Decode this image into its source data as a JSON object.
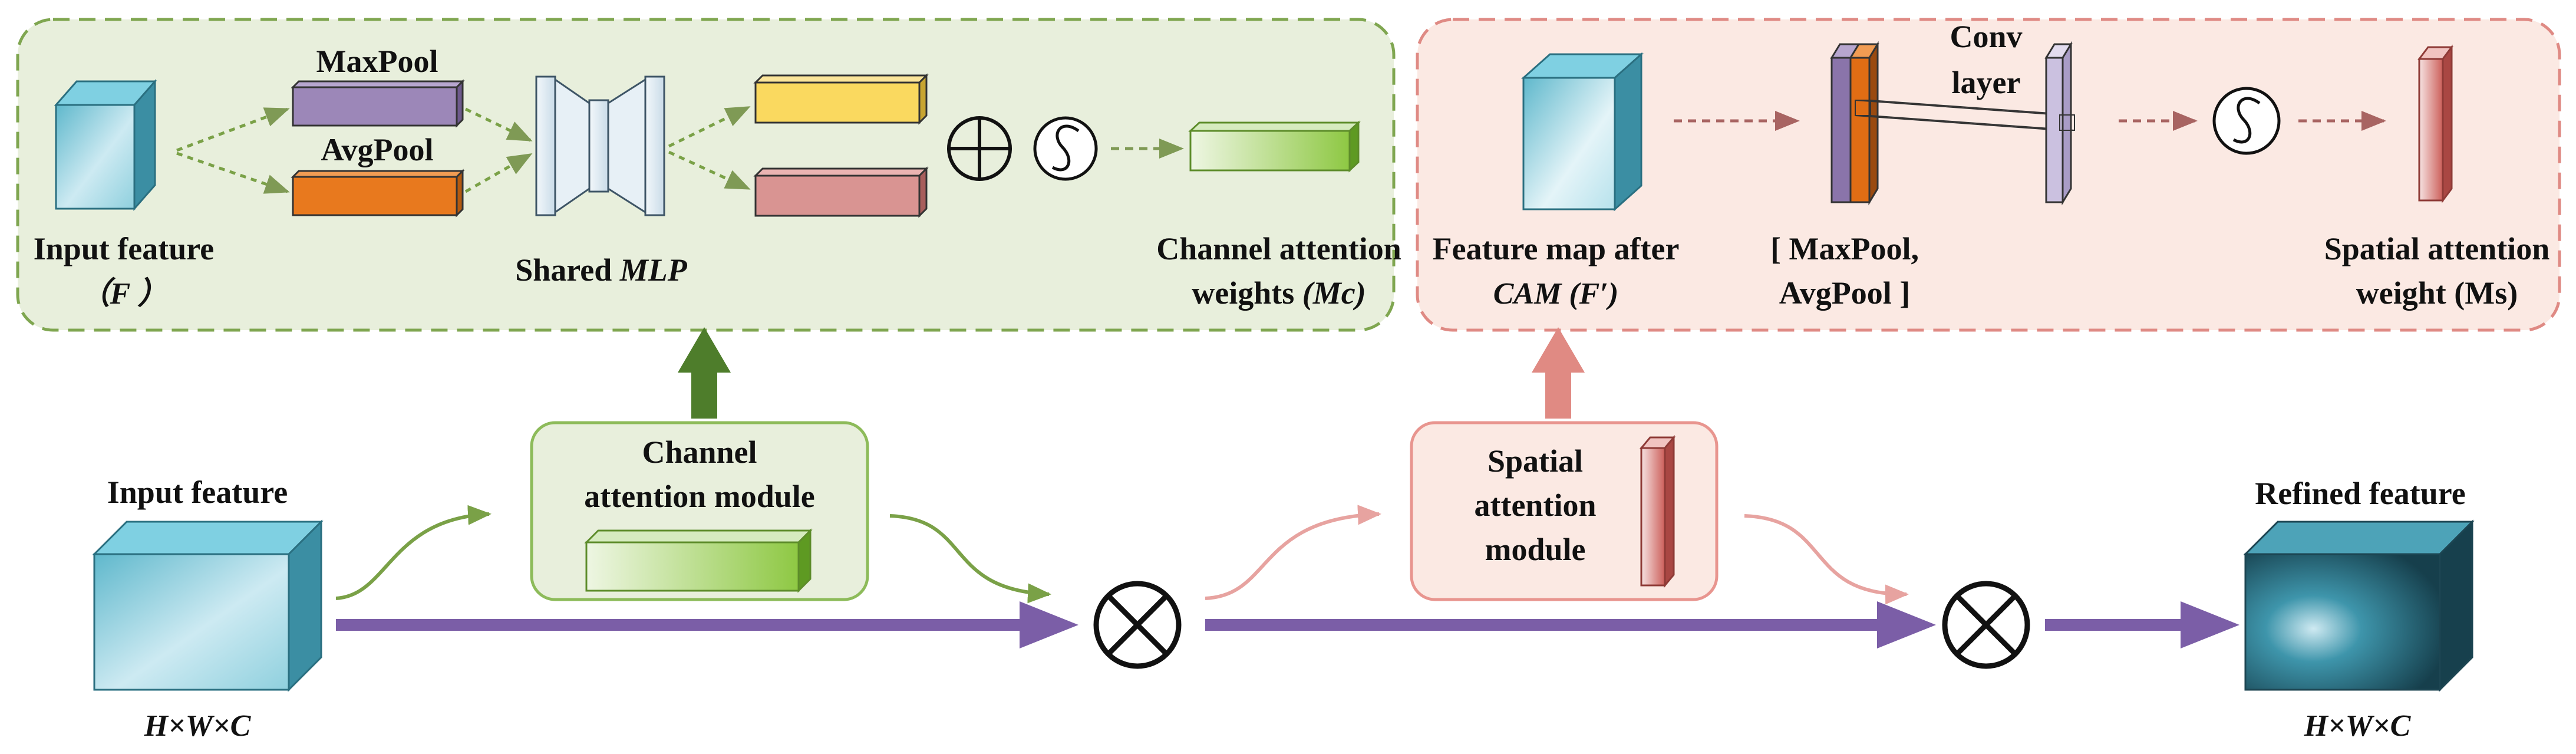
{
  "channel_panel": {
    "input_feature": "Input feature",
    "input_symbol": "（F ）",
    "maxpool": "MaxPool",
    "avgpool": "AvgPool",
    "mlp_prefix": "Shared ",
    "mlp_suffix": "MLP",
    "weights_line1": "Channel attention",
    "weights_line2_prefix": "weights ",
    "weights_line2_symbol": "(Mc)"
  },
  "spatial_panel": {
    "feature_line1": "Feature map after",
    "feature_line2": "CAM (F′)",
    "conv_line1": "Conv",
    "conv_line2": "layer",
    "pool_line1": "[ MaxPool,",
    "pool_line2": "AvgPool ]",
    "weight_line1": "Spatial attention",
    "weight_line2": "weight (Ms)"
  },
  "main_flow": {
    "input_label": "Input feature",
    "input_dims": "H×W×C",
    "cam_line1": "Channel",
    "cam_line2": "attention module",
    "sam_line1": "Spatial",
    "sam_line2": "attention",
    "sam_line3": "module",
    "output_label": "Refined feature",
    "output_dims": "H×W×C"
  },
  "colors": {
    "channel_panel_fill": "#e8efdc",
    "channel_panel_border": "#7fa650",
    "spatial_panel_fill": "#fbe9e3",
    "spatial_panel_border": "#df8a84",
    "main_arrow": "#7b5ea7",
    "cam_arrow": "#4e7d2b",
    "sam_arrow": "#e08a83",
    "maxpool_bar": "#9c87b8",
    "avgpool_bar": "#e8791e",
    "yellow_bar": "#fad95f",
    "pink_bar": "#d99492",
    "green_weight": "#8ec843",
    "red_weight": "#cc5f5a",
    "cube_teal": "#57b4c8"
  },
  "icons": [
    "element-wise-sum-icon",
    "sigmoid-icon",
    "element-wise-multiply-icon"
  ]
}
